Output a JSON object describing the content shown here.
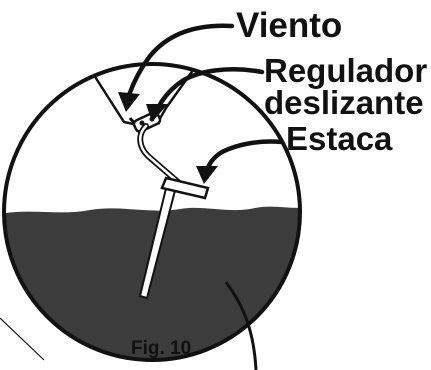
{
  "figure": {
    "caption": "Fig. 10",
    "labels": {
      "wind": "Viento",
      "slide_regulator_line1": "Regulador",
      "slide_regulator_line2": "deslizante",
      "stake": "Estaca"
    }
  },
  "colors": {
    "ink": "#111111",
    "ground": "#3c3c3c",
    "paper": "#ffffff"
  }
}
